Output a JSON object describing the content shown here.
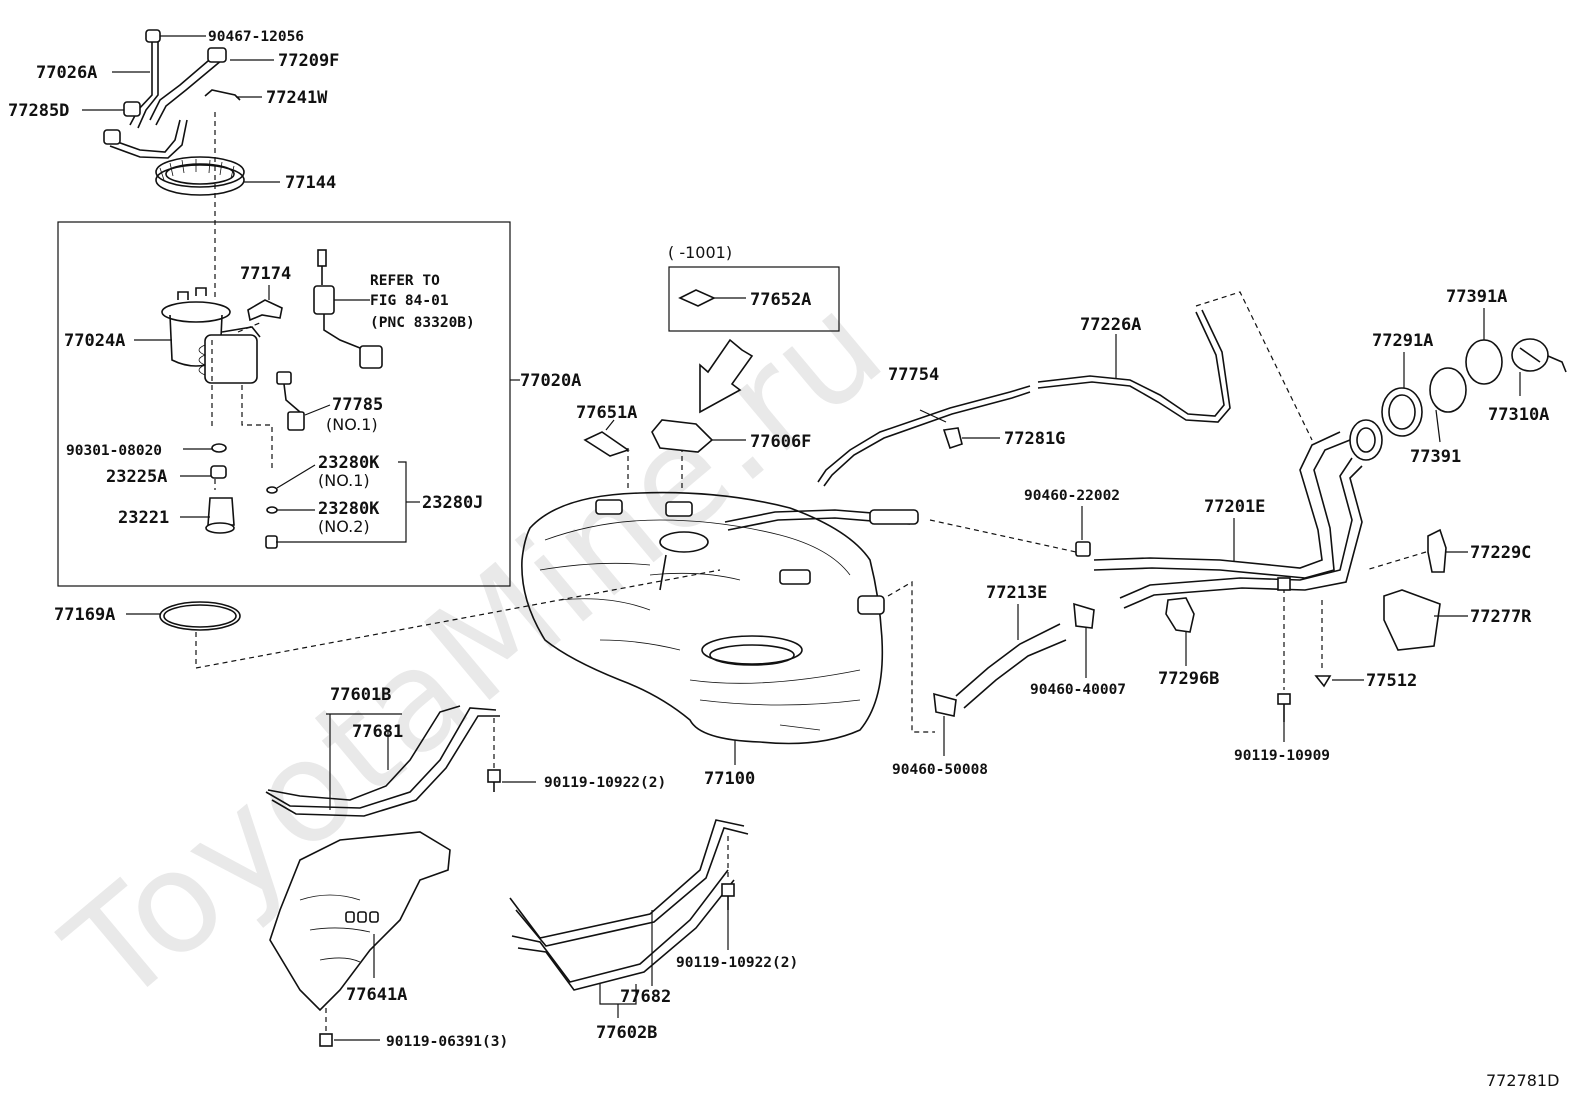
{
  "watermark": "ToyotaMine.ru",
  "diagram_code": "772781D",
  "group_box": {
    "label": "77020A"
  },
  "refer_note": {
    "line1": "REFER TO",
    "line2": "FIG 84-01",
    "line3": "(PNC 83320B)"
  },
  "inset_box": {
    "caption": "(      -1001)",
    "label": "77652A"
  },
  "labels": {
    "p90467_12056": "90467-12056",
    "p77209F": "77209F",
    "p77026A": "77026A",
    "p77241W": "77241W",
    "p77285D": "77285D",
    "p77144": "77144",
    "p77174": "77174",
    "p77024A": "77024A",
    "p77785": "77785",
    "p77785_sub": "(NO.1)",
    "p90301_08020": "90301-08020",
    "p23225A": "23225A",
    "p23280K_1": "23280K",
    "p23280K_1_sub": "(NO.1)",
    "p23280K_2": "23280K",
    "p23280K_2_sub": "(NO.2)",
    "p23280J": "23280J",
    "p23221": "23221",
    "p77169A": "77169A",
    "p77651A": "77651A",
    "p77606F": "77606F",
    "p77754": "77754",
    "p77226A": "77226A",
    "p77281G": "77281G",
    "p77291A": "77291A",
    "p77391A": "77391A",
    "p77310A": "77310A",
    "p77391": "77391",
    "p90460_22002": "90460-22002",
    "p77201E": "77201E",
    "p77229C": "77229C",
    "p77213E": "77213E",
    "p77277R": "77277R",
    "p90460_40007": "90460-40007",
    "p77296B": "77296B",
    "p77512": "77512",
    "p90460_50008": "90460-50008",
    "p90119_10909": "90119-10909",
    "p77601B": "77601B",
    "p77681": "77681",
    "p90119_10922_a": "90119-10922(2)",
    "p77100": "77100",
    "p77641A": "77641A",
    "p77682": "77682",
    "p90119_10922_b": "90119-10922(2)",
    "p77602B": "77602B",
    "p90119_06391": "90119-06391(3)"
  }
}
